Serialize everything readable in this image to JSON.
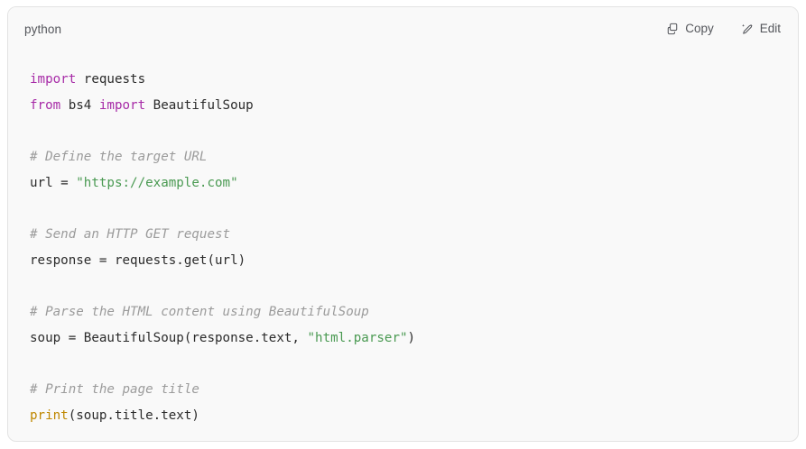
{
  "card": {
    "language_label": "python",
    "actions": [
      {
        "name": "copy",
        "label": "Copy",
        "icon": "copy-icon"
      },
      {
        "name": "edit",
        "label": "Edit",
        "icon": "edit-pen-icon"
      }
    ]
  },
  "colors": {
    "card_background": "#f9f9f9",
    "card_border": "#e3e3e3",
    "page_background": "#ffffff",
    "header_text": "#55575c",
    "code_text": "#2b2b2b",
    "keyword": "#a72ba7",
    "string": "#4a9a52",
    "comment": "#9b9b9b",
    "builtin": "#bf8700"
  },
  "code": {
    "language": "python",
    "lines": [
      {
        "id": 1,
        "text": "import requests"
      },
      {
        "id": 2,
        "text": "from bs4 import BeautifulSoup"
      },
      {
        "id": 3,
        "text": ""
      },
      {
        "id": 4,
        "text": "# Define the target URL"
      },
      {
        "id": 5,
        "text": "url = \"https://example.com\""
      },
      {
        "id": 6,
        "text": ""
      },
      {
        "id": 7,
        "text": "# Send an HTTP GET request"
      },
      {
        "id": 8,
        "text": "response = requests.get(url)"
      },
      {
        "id": 9,
        "text": ""
      },
      {
        "id": 10,
        "text": "# Parse the HTML content using BeautifulSoup"
      },
      {
        "id": 11,
        "text": "soup = BeautifulSoup(response.text, \"html.parser\")"
      },
      {
        "id": 12,
        "text": ""
      },
      {
        "id": 13,
        "text": "# Print the page title"
      },
      {
        "id": 14,
        "text": "print(soup.title.text)"
      }
    ],
    "tokens": [
      [
        {
          "t": "import",
          "c": "kw"
        },
        {
          "t": " requests",
          "c": "pl"
        }
      ],
      [
        {
          "t": "from",
          "c": "kw"
        },
        {
          "t": " bs4 ",
          "c": "pl"
        },
        {
          "t": "import",
          "c": "kw"
        },
        {
          "t": " BeautifulSoup",
          "c": "pl"
        }
      ],
      [],
      [
        {
          "t": "# Define the target URL",
          "c": "com"
        }
      ],
      [
        {
          "t": "url = ",
          "c": "pl"
        },
        {
          "t": "\"https://example.com\"",
          "c": "str"
        }
      ],
      [],
      [
        {
          "t": "# Send an HTTP GET request",
          "c": "com"
        }
      ],
      [
        {
          "t": "response = requests.get(url)",
          "c": "pl"
        }
      ],
      [],
      [
        {
          "t": "# Parse the HTML content using BeautifulSoup",
          "c": "com"
        }
      ],
      [
        {
          "t": "soup = BeautifulSoup(response.text, ",
          "c": "pl"
        },
        {
          "t": "\"html.parser\"",
          "c": "str"
        },
        {
          "t": ")",
          "c": "pl"
        }
      ],
      [],
      [
        {
          "t": "# Print the page title",
          "c": "com"
        }
      ],
      [
        {
          "t": "print",
          "c": "bi"
        },
        {
          "t": "(soup.title.text)",
          "c": "pl"
        }
      ]
    ]
  }
}
